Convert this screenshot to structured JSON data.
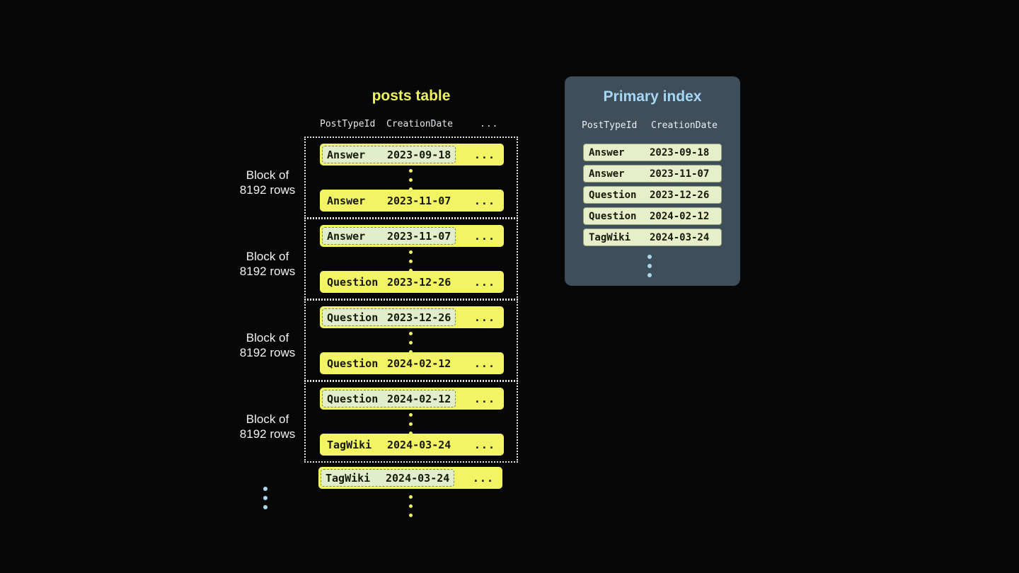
{
  "colors": {
    "background": "#070707",
    "row_yellow": "#f3f464",
    "highlight_bg": "#e2eecb",
    "highlight_border": "#7d8c55",
    "panel_bg": "#3e4e5a",
    "panel_row_bg": "#e6efc9",
    "posts_title_color": "#eef35e",
    "index_title_color": "#a7d7f3",
    "dot_blue": "#a9d9f2",
    "text_dark": "#171a09",
    "text_light": "#eaf0f4"
  },
  "posts_table": {
    "title": "posts table",
    "header": {
      "col1": "PostTypeId",
      "col2": "CreationDate",
      "col3": "..."
    },
    "blocks": [
      {
        "label_line1": "Block of",
        "label_line2": "8192 rows",
        "first_row": {
          "post_type": "Answer",
          "creation_date": "2023-09-18",
          "more": "..."
        },
        "last_row": {
          "post_type": "Answer",
          "creation_date": "2023-11-07",
          "more": "..."
        }
      },
      {
        "label_line1": "Block of",
        "label_line2": "8192 rows",
        "first_row": {
          "post_type": "Answer",
          "creation_date": "2023-11-07",
          "more": "..."
        },
        "last_row": {
          "post_type": "Question",
          "creation_date": "2023-12-26",
          "more": "..."
        }
      },
      {
        "label_line1": "Block of",
        "label_line2": "8192 rows",
        "first_row": {
          "post_type": "Question",
          "creation_date": "2023-12-26",
          "more": "..."
        },
        "last_row": {
          "post_type": "Question",
          "creation_date": "2024-02-12",
          "more": "..."
        }
      },
      {
        "label_line1": "Block of",
        "label_line2": "8192 rows",
        "first_row": {
          "post_type": "Question",
          "creation_date": "2024-02-12",
          "more": "..."
        },
        "last_row": {
          "post_type": "TagWiki",
          "creation_date": "2024-03-24",
          "more": "..."
        }
      }
    ],
    "next_block_row": {
      "post_type": "TagWiki",
      "creation_date": "2024-03-24",
      "more": "..."
    }
  },
  "primary_index": {
    "title": "Primary index",
    "header": {
      "col1": "PostTypeId",
      "col2": "CreationDate"
    },
    "rows": [
      {
        "post_type": "Answer",
        "creation_date": "2023-09-18"
      },
      {
        "post_type": "Answer",
        "creation_date": "2023-11-07"
      },
      {
        "post_type": "Question",
        "creation_date": "2023-12-26"
      },
      {
        "post_type": "Question",
        "creation_date": "2024-02-12"
      },
      {
        "post_type": "TagWiki",
        "creation_date": "2024-03-24"
      }
    ]
  }
}
